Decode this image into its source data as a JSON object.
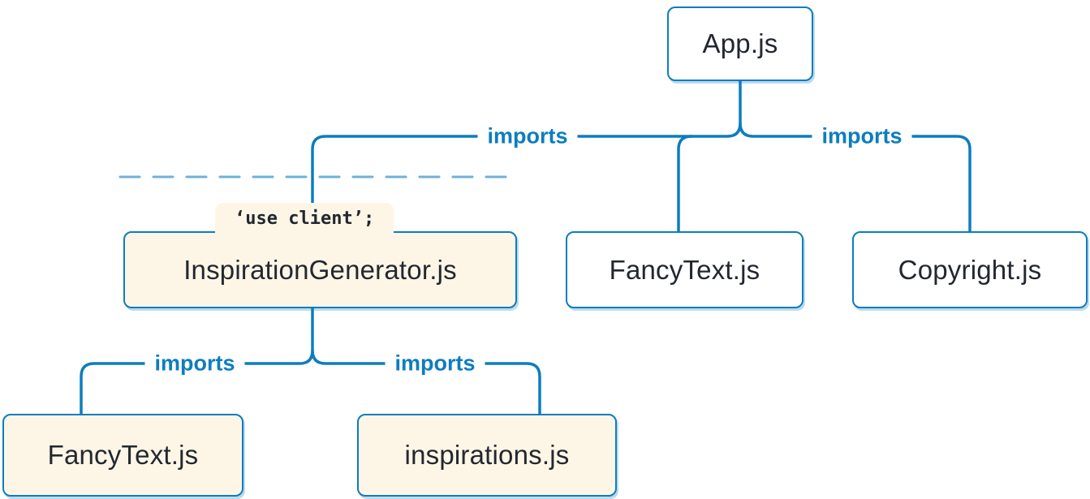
{
  "diagram": {
    "description": "Module dependency tree with 'use client' boundary",
    "nodes": {
      "app": {
        "label": "App.js",
        "kind": "server"
      },
      "inspiration_generator": {
        "label": "InspirationGenerator.js",
        "kind": "client",
        "directive": "‘use client’;"
      },
      "fancytext_top": {
        "label": "FancyText.js",
        "kind": "server"
      },
      "copyright": {
        "label": "Copyright.js",
        "kind": "server"
      },
      "fancytext_bottom": {
        "label": "FancyText.js",
        "kind": "client"
      },
      "inspirations": {
        "label": "inspirations.js",
        "kind": "client"
      }
    },
    "edges": [
      {
        "from": "App.js",
        "to": "InspirationGenerator.js",
        "label": "imports"
      },
      {
        "from": "App.js",
        "to": "FancyText.js",
        "label": ""
      },
      {
        "from": "App.js",
        "to": "Copyright.js",
        "label": "imports"
      },
      {
        "from": "InspirationGenerator.js",
        "to": "FancyText.js",
        "label": "imports"
      },
      {
        "from": "InspirationGenerator.js",
        "to": "inspirations.js",
        "label": "imports"
      }
    ],
    "colors": {
      "line": "#0d7dbf",
      "label": "#0d7dbf",
      "text": "#23272f",
      "client_fill": "#fdf6e7",
      "server_fill": "#ffffff"
    }
  }
}
